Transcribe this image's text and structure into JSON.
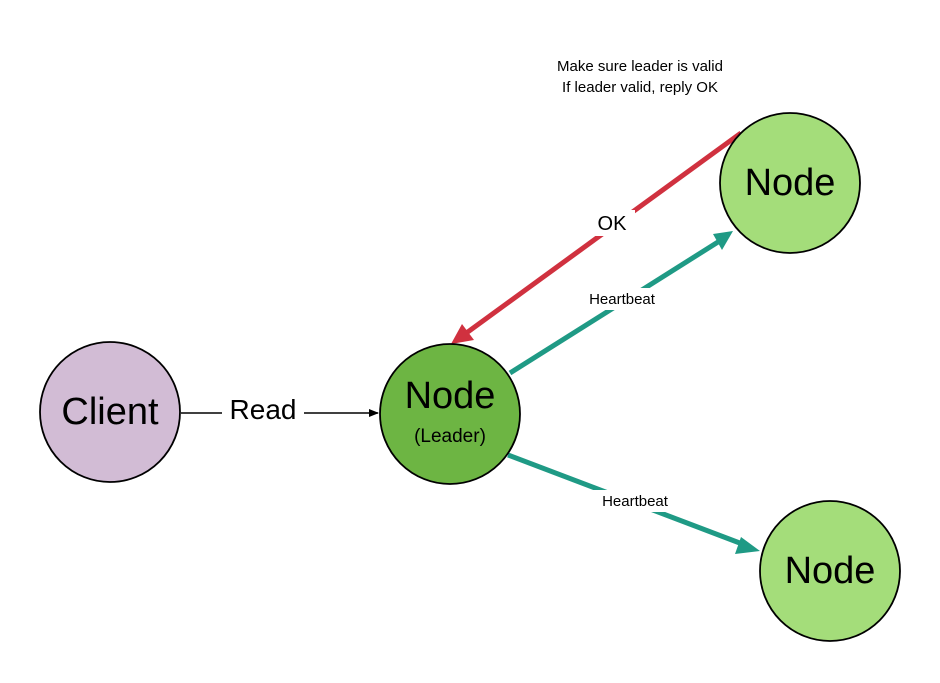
{
  "note": {
    "line1": "Make sure leader is valid",
    "line2": "If leader valid, reply OK"
  },
  "nodes": {
    "client": {
      "label": "Client",
      "color": "#d2bcd5"
    },
    "leader": {
      "label": "Node",
      "sublabel": "(Leader)",
      "color": "#6db543"
    },
    "follower_top": {
      "label": "Node",
      "color": "#a4dd7a"
    },
    "follower_bottom": {
      "label": "Node",
      "color": "#a4dd7a"
    }
  },
  "edges": {
    "read": {
      "label": "Read",
      "color": "#000000"
    },
    "ok": {
      "label": "OK",
      "color": "#d0313f"
    },
    "heartbeat_top": {
      "label": "Heartbeat",
      "color": "#1f9a85"
    },
    "heartbeat_bottom": {
      "label": "Heartbeat",
      "color": "#1f9a85"
    }
  }
}
